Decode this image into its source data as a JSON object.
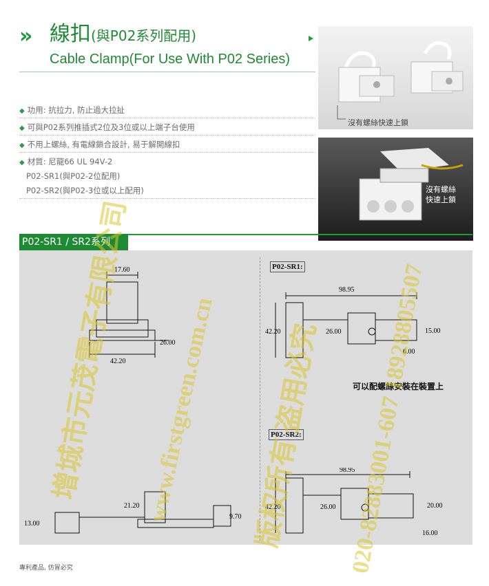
{
  "header": {
    "chevrons": "»",
    "title_cn": "線扣",
    "title_cn_suffix": "(與P02系列配用)",
    "title_en": "Cable Clamp(For Use With P02 Series)"
  },
  "features": [
    "功用:  抗拉力,  防止過大拉扯",
    "可與P02系列推插式2位及3位或以上端子台使用",
    "不用上螺絲,  有電線鎖合設計,  易于解開線扣",
    "材質:  尼龍66    UL 94V-2"
  ],
  "models": [
    "P02-SR1(與P02-2位配用)",
    "P02-SR2(與P02-3位或以上配用)"
  ],
  "photos": {
    "caption_top": "沒有螺絲快速上鎖",
    "caption_bottom_1": "沒有螺絲",
    "caption_bottom_2": "快速上鎖"
  },
  "series_tab": "P02-SR1 / SR2系列",
  "drawings": {
    "left_top": {
      "d1": "17.60",
      "d2": "26.00",
      "d3": "42.20"
    },
    "left_bottom": {
      "d1": "21.20",
      "d2": "13.00",
      "d3": "9.70"
    },
    "sr1": {
      "label": "P02-SR1:",
      "d_len": "98.95",
      "d_h": "42.20",
      "d_mid": "26.00",
      "d_r": "15.00",
      "d_s": "6.00"
    },
    "sr2": {
      "label": "P02-SR2:",
      "d_len": "98.95",
      "d_h": "42.20",
      "d_mid": "26.00",
      "d_r": "20.00",
      "d_s": "16.00"
    },
    "note": "可以配螺絲安裝在裝置上"
  },
  "footer": "專利產品, 仿冒必究",
  "watermarks": [
    "增城市元茂電子有限公司",
    "www.firstgreen.com.cn",
    "版权所有 盗用必究",
    "020-82883001-607 18928805507"
  ],
  "colors": {
    "accent": "#1f9a3a",
    "diagram_bg": "#dcdcdc",
    "watermark": "#dac428"
  }
}
